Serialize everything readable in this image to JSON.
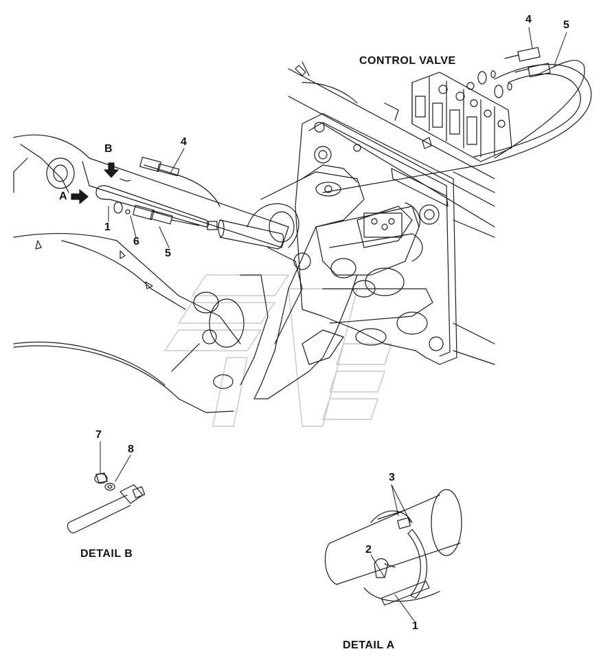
{
  "diagram": {
    "heading": "CONTROL VALVE",
    "details": {
      "a": "DETAIL A",
      "b": "DETAIL B"
    },
    "view_markers": {
      "a": "A",
      "b": "B"
    },
    "callouts": {
      "valve_hose_4": "4",
      "valve_hose_5": "5",
      "boom_hose_4": "4",
      "boom_pipe_1": "1",
      "boom_oring_6": "6",
      "boom_hose_5": "5",
      "bolt_7": "7",
      "washer_8": "8",
      "clamp_3": "3",
      "clip_2": "2",
      "pipe_1": "1"
    },
    "colors": {
      "line": "#1a1a1a",
      "watermark": "#9a9a9a"
    }
  }
}
